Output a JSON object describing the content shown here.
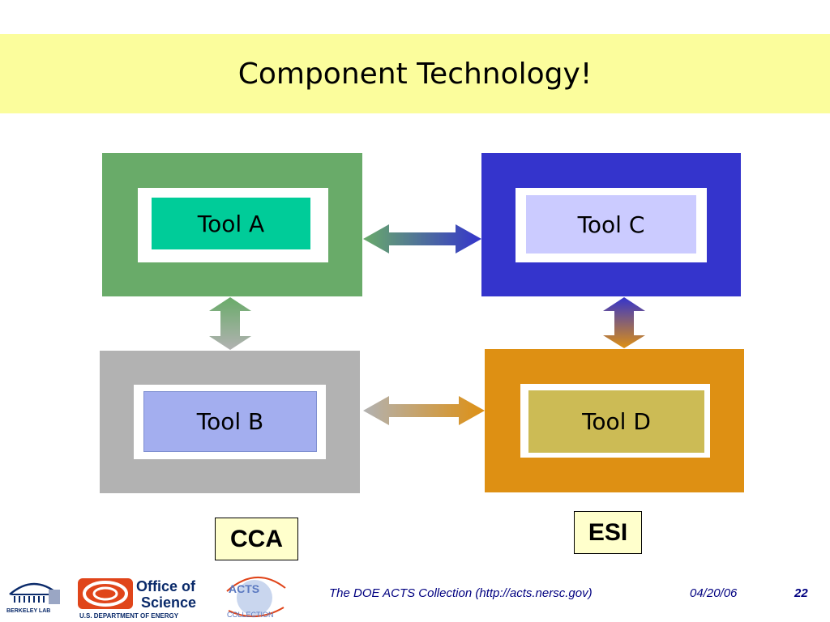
{
  "slide": {
    "title": "Component Technology!"
  },
  "tools": {
    "a": "Tool A",
    "b": "Tool B",
    "c": "Tool C",
    "d": "Tool D"
  },
  "frameworks": {
    "left": "CCA",
    "right": "ESI"
  },
  "colors": {
    "title_band": "#fbfd9c",
    "frame_a": "#69ab69",
    "tool_a": "#00cc99",
    "frame_b": "#b2b2b2",
    "tool_b": "#a3aeef",
    "frame_c": "#3434cc",
    "tool_c": "#cbcbff",
    "frame_d": "#de9013",
    "tool_d": "#ccbb55",
    "label_fill": "#ffffcc"
  },
  "footer": {
    "caption": "The DOE ACTS Collection (http://acts.nersc.gov)",
    "date": "04/20/06",
    "page": "22",
    "logos": {
      "lab": "BERKELEY LAB",
      "office_line1": "Office of",
      "office_line2": "Science",
      "office_sub": "U.S. DEPARTMENT OF ENERGY",
      "acts_top": "ACTS",
      "acts_bottom": "COLLECTION"
    }
  }
}
